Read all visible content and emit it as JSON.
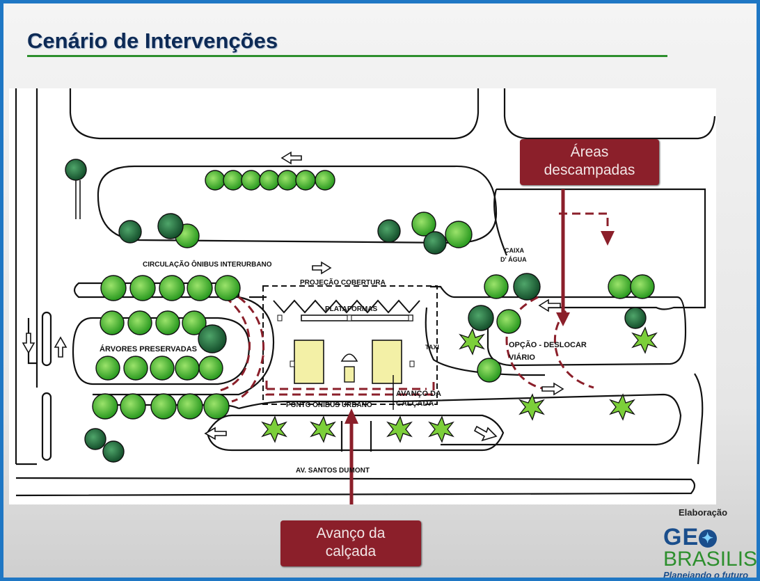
{
  "slide": {
    "title": "Cenário de Intervenções"
  },
  "diagram": {
    "labels": {
      "circulacao": "CIRCULAÇÃO ÔNIBUS INTERURBANO",
      "projecao": "PROJEÇÃO COBERTURA",
      "plataformas": "PLATAFORMAS",
      "arvores": "ÁRVORES  PRESERVADAS",
      "taxi": "TAXI",
      "caixa_1": "CAIXA",
      "caixa_2": "D' ÁGUA",
      "opcao_1": "OPÇÃO - DESLOCAR",
      "opcao_2": "VIÁRIO",
      "ponto": "PONTO ÔNIBUS URBANO",
      "avanco_1": "AVANÇO DA",
      "avanco_2": "CALÇADA",
      "avenida": "AV. SANTOS DUMONT"
    }
  },
  "callouts": {
    "areas_1": "Áreas",
    "areas_2": "descampadas",
    "avanco_1": "Avanço da",
    "avanco_2": "calçada"
  },
  "credit": {
    "label": "Elaboração",
    "logo_geo": "GE",
    "logo_o": "✦",
    "logo_brasilis": "BRASILIS",
    "tagline": "Planejando o futuro"
  },
  "colors": {
    "border": "#1f77c4",
    "title": "#0d2a55",
    "rule": "#2d8f2d",
    "callout": "#8b1f2a",
    "tree": "#3dbb2a",
    "building": "#f3f0a6"
  }
}
